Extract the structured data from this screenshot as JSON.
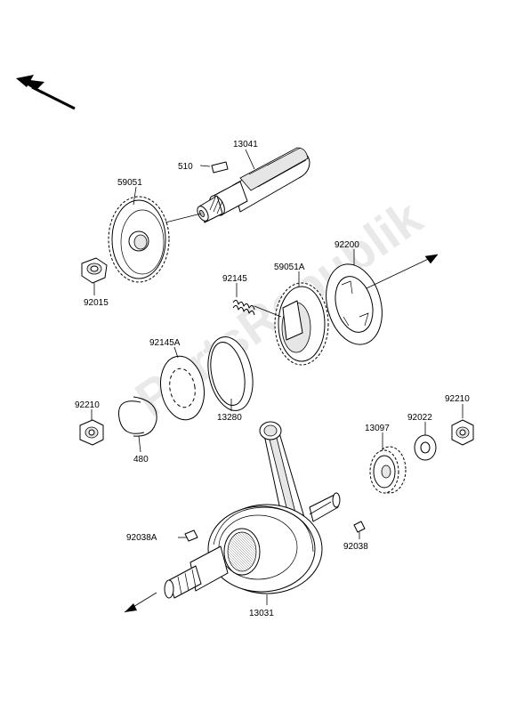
{
  "watermark": "PartsRepublik",
  "parts": [
    {
      "id": "p13041",
      "label": "13041"
    },
    {
      "id": "p510",
      "label": "510"
    },
    {
      "id": "p59051",
      "label": "59051"
    },
    {
      "id": "p92015",
      "label": "92015"
    },
    {
      "id": "p92200",
      "label": "92200"
    },
    {
      "id": "p59051A",
      "label": "59051A"
    },
    {
      "id": "p92145",
      "label": "92145"
    },
    {
      "id": "p92145A",
      "label": "92145A"
    },
    {
      "id": "p13280",
      "label": "13280"
    },
    {
      "id": "p92210a",
      "label": "92210"
    },
    {
      "id": "p480",
      "label": "480"
    },
    {
      "id": "p92210b",
      "label": "92210"
    },
    {
      "id": "p92022",
      "label": "92022"
    },
    {
      "id": "p13097",
      "label": "13097"
    },
    {
      "id": "p92038A",
      "label": "92038A"
    },
    {
      "id": "p92038",
      "label": "92038"
    },
    {
      "id": "p13031",
      "label": "13031"
    }
  ]
}
